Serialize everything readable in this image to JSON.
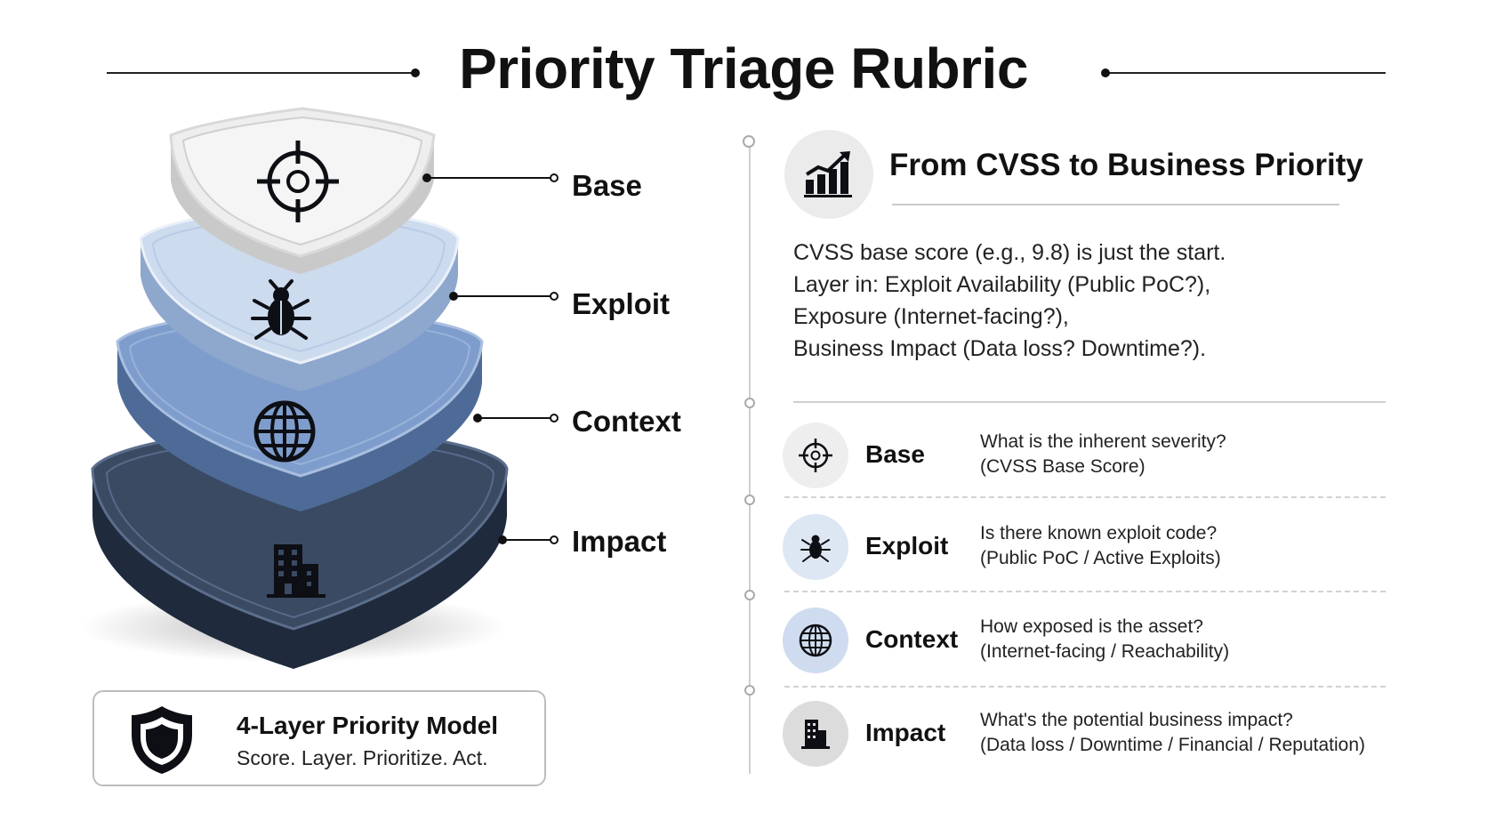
{
  "title": "Priority Triage Rubric",
  "stack": {
    "layers": [
      {
        "label": "Base",
        "icon": "crosshair-icon",
        "color": "#eeeeee"
      },
      {
        "label": "Exploit",
        "icon": "bug-icon",
        "color": "#cddbef"
      },
      {
        "label": "Context",
        "icon": "globe-icon",
        "color": "#7f9dcc"
      },
      {
        "label": "Impact",
        "icon": "building-icon",
        "color": "#3a4a63"
      }
    ]
  },
  "model_card": {
    "title": "4-Layer Priority Model",
    "subtitle": "Score. Layer. Prioritize. Act.",
    "icon": "shield-icon"
  },
  "panel": {
    "header_icon": "growth-chart-icon",
    "title": "From CVSS to Business Priority",
    "description": [
      "CVSS base score (e.g., 9.8) is just the start.",
      "Layer in: Exploit Availability (Public PoC?),",
      "Exposure (Internet-facing?),",
      "Business Impact (Data loss? Downtime?)."
    ],
    "rows": [
      {
        "name": "Base",
        "icon": "crosshair-icon",
        "question": "What is the inherent severity?",
        "detail": "(CVSS Base Score)",
        "badge_color": "#eeeeee"
      },
      {
        "name": "Exploit",
        "icon": "bug-icon",
        "question": "Is there known exploit code?",
        "detail": "(Public PoC / Active Exploits)",
        "badge_color": "#dde6f3"
      },
      {
        "name": "Context",
        "icon": "globe-icon",
        "question": "How exposed is the asset?",
        "detail": "(Internet-facing / Reachability)",
        "badge_color": "#cfdcef"
      },
      {
        "name": "Impact",
        "icon": "building-icon",
        "question": "What's the potential business impact?",
        "detail": "(Data loss / Downtime / Financial / Reputation)",
        "badge_color": "#dcdcdc"
      }
    ]
  }
}
